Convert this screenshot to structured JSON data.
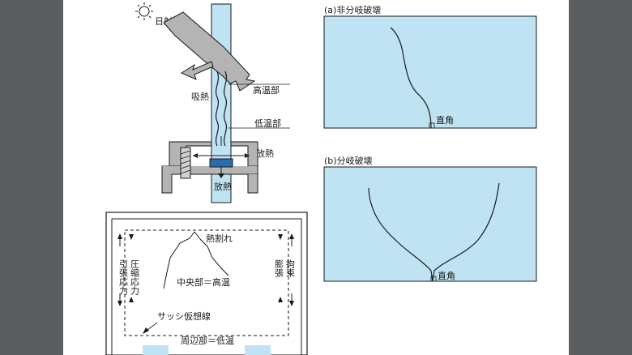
{
  "left_diagram": {
    "sunlight": "日射",
    "absorb": "吸熱",
    "high_temp": "高温部",
    "low_temp": "低温部",
    "radiate_side": "放熱",
    "radiate_bottom": "放熱"
  },
  "panel_diagram": {
    "crack": "熱割れ",
    "center": "中央部＝高温",
    "sash_line": "サッシ仮想線",
    "edge": "周辺部＝低温",
    "left_vertical_1": "引張応力",
    "left_vertical_2": "圧縮応力",
    "right_vertical_1": "膨張",
    "right_vertical_2": "拘束"
  },
  "right_diagrams": {
    "a_title": "(a)非分岐破壊",
    "a_angle": "直角",
    "b_title": "(b)分岐破壊",
    "b_angle": "直角"
  },
  "colors": {
    "glass_blue": "#bfe3f3",
    "outline": "#1a1a1a",
    "gray_block": "#b4b4b4",
    "accent_blue": "#2b6cb0"
  }
}
